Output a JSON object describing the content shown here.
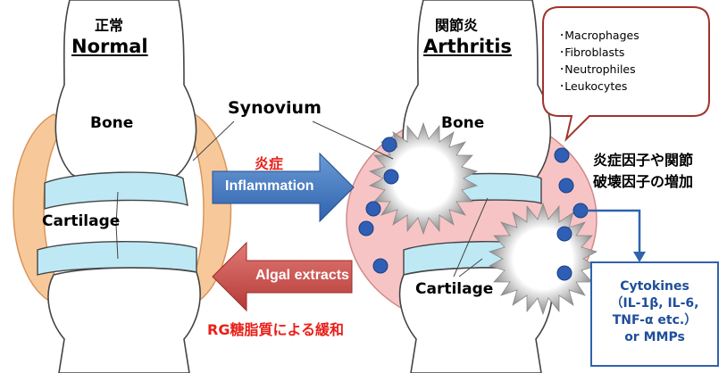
{
  "normal": {
    "title_jp": "正常",
    "title_en": "Normal",
    "bone_label": "Bone",
    "cartilage_label": "Cartilage"
  },
  "arthritis": {
    "title_jp": "関節炎",
    "title_en": "Arthritis",
    "bone_label": "Bone",
    "cartilage_label": "Cartilage"
  },
  "labels": {
    "synovium": "Synovium"
  },
  "arrows": {
    "inflammation_jp": "炎症",
    "inflammation_en": "Inflammation",
    "algal_extracts": "Algal extracts",
    "rg_note_jp": "RG糖脂質による緩和"
  },
  "bubble": {
    "items": [
      "･Macrophages",
      "･Fibroblasts",
      "･Neutrophiles",
      "･Leukocytes"
    ]
  },
  "factors_note": {
    "line1": "炎症因子や関節",
    "line2": "破壊因子の増加"
  },
  "cytokines": {
    "lines": [
      "Cytokines",
      "（IL-1β, IL-6,",
      "TNF-α etc.）",
      "or MMPs"
    ]
  },
  "colors": {
    "synovium_normal": "#f7c99a",
    "synovium_inflamed": "#f7c4c6",
    "cartilage": "#bfe8f5",
    "immune_cell": "#2f5fb5",
    "inflammation_arrow": "#2f63ad",
    "algal_arrow": "#b43a36",
    "japanese_accent": "#e8201a"
  }
}
